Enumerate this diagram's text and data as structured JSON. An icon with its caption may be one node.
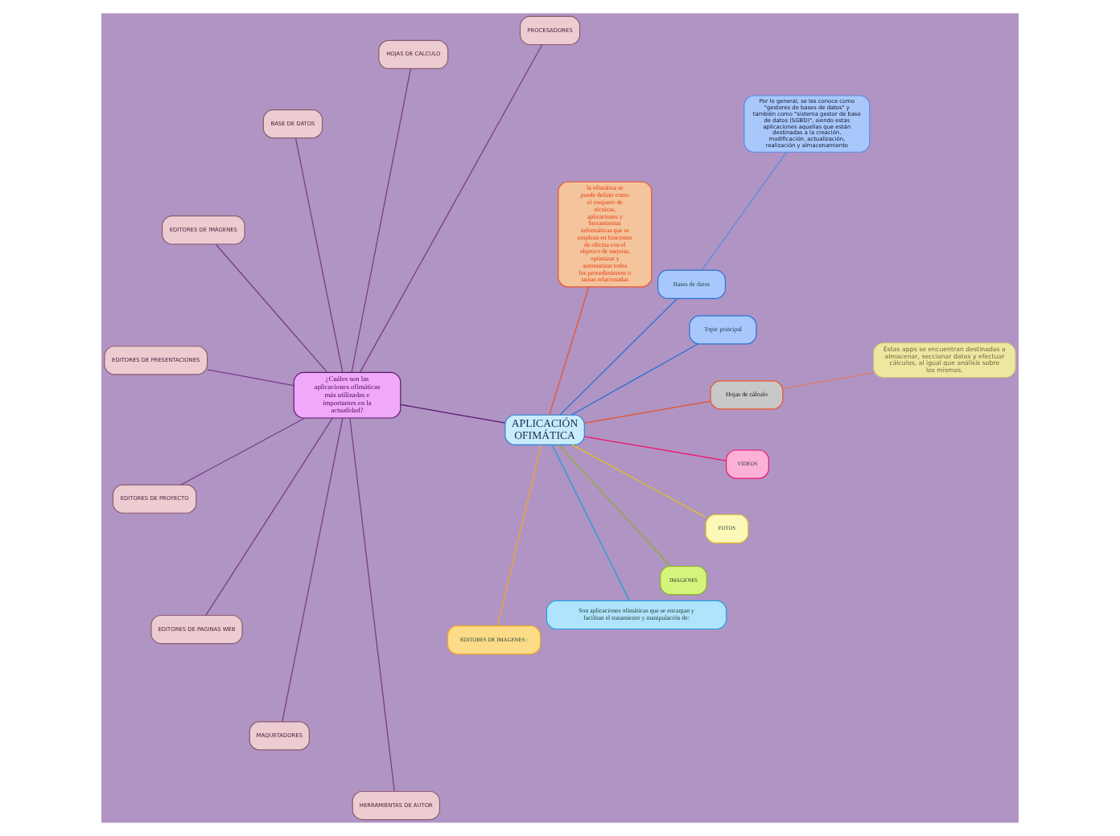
{
  "diagram": {
    "nodes": [
      {
        "text": [
          "APLICACIÓN OFIMÁTICA"
        ]
      },
      {
        "text": [
          "Hojas de cálculo"
        ]
      },
      {
        "text": [
          "Estas apps se encuentran destinadas a almacenar, seccionar datos y efectuar cálculos, al igual que análisis sobre los mismos."
        ]
      },
      {
        "text": [
          "Topic principal"
        ]
      },
      {
        "text": [
          "Bases de datos"
        ]
      },
      {
        "text": [
          "Por lo general, se les conoce como \"gestores de bases de datos\" y también como \"sistema gestor de base de datos (SGBD)\", siendo estas aplicaciones aquellas que están destinadas a la creación, modificación, actualización, realización y almacenamiento"
        ]
      },
      {
        "text": [
          "la ofimática se puede definir como el conjunto de técnicas, aplicaciones y herramientas informáticas que se emplean en funciones de oficina con el objetivo de mejorar, optimizar y automatizar todos los procedimientos o tareas relacionadas"
        ]
      },
      {
        "text": [
          "¿Cuáles son las aplicaciones ofimáticas más utilizadas e importantes en la actualidad?"
        ]
      },
      {
        "text": [
          "PROCESADORES"
        ]
      },
      {
        "text": [
          "HOJAS DE CALCULO"
        ]
      },
      {
        "text": [
          "BASE DE DATOS"
        ]
      },
      {
        "text": [
          "EDITORES DE IMÁGENES"
        ]
      },
      {
        "text": [
          "EDITORES DE PRESENTACIONES"
        ]
      },
      {
        "text": [
          "EDITORES DE PROYECTO"
        ]
      },
      {
        "text": [
          "EDITORES DE PAGINAS WEB"
        ]
      },
      {
        "text": [
          "MAQUETADORES"
        ]
      },
      {
        "text": [
          "HERRAMIENTAS DE AUTOR"
        ]
      },
      {
        "text": [
          "EDITORES DE IMAGENES :"
        ]
      },
      {
        "text": [
          "Son aplicaciones ofimáticas que se encargan y facilitan el tratamiento y manipulación de:"
        ]
      },
      {
        "text": [
          "IMAGENES"
        ]
      },
      {
        "text": [
          "FOTOS"
        ]
      },
      {
        "text": [
          "VIDEOS"
        ]
      }
    ],
    "edges": [
      {
        "from": 0,
        "to": 1,
        "arrow": "none",
        "color": "#e8542a"
      },
      {
        "from": 1,
        "to": 2,
        "arrow": "none",
        "color": "#e07a60"
      },
      {
        "from": 0,
        "to": 3,
        "arrow": "none",
        "color": "#2a70d0"
      },
      {
        "from": 0,
        "to": 4,
        "arrow": "none",
        "color": "#2a70d0"
      },
      {
        "from": 4,
        "to": 5,
        "arrow": "none",
        "color": "#5a8ae0"
      },
      {
        "from": 0,
        "to": 6,
        "arrow": "none",
        "color": "#e8542a"
      },
      {
        "from": 0,
        "to": 7,
        "arrow": "none",
        "color": "#5a1a6a"
      },
      {
        "from": 7,
        "to": 8,
        "arrow": "none"
      },
      {
        "from": 7,
        "to": 9,
        "arrow": "none"
      },
      {
        "from": 7,
        "to": 10,
        "arrow": "none"
      },
      {
        "from": 7,
        "to": 11,
        "arrow": "none"
      },
      {
        "from": 7,
        "to": 12,
        "arrow": "none"
      },
      {
        "from": 7,
        "to": 13,
        "arrow": "none"
      },
      {
        "from": 7,
        "to": 14,
        "arrow": "none"
      },
      {
        "from": 7,
        "to": 15,
        "arrow": "none"
      },
      {
        "from": 7,
        "to": 16,
        "arrow": "none"
      },
      {
        "from": 0,
        "to": 17,
        "arrow": "none",
        "color": "#f5a623"
      },
      {
        "from": 0,
        "to": 18,
        "arrow": "none",
        "color": "#1ea0e0"
      },
      {
        "from": 0,
        "to": 19,
        "arrow": "none",
        "color": "#8ab020"
      },
      {
        "from": 0,
        "to": 20,
        "arrow": "none",
        "color": "#e0c020"
      },
      {
        "from": 0,
        "to": 21,
        "arrow": "none",
        "color": "#f0106a"
      }
    ]
  }
}
